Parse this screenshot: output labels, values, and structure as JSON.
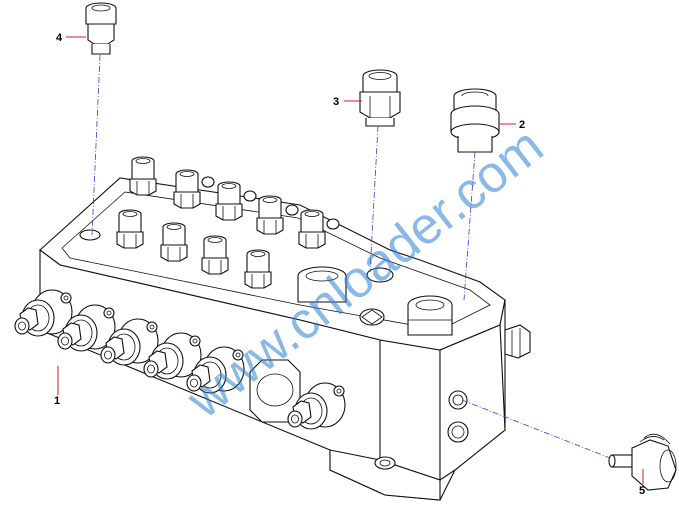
{
  "diagram": {
    "callouts": [
      {
        "id": "1",
        "text": "1"
      },
      {
        "id": "2",
        "text": "2"
      },
      {
        "id": "3",
        "text": "3"
      },
      {
        "id": "4",
        "text": "4"
      },
      {
        "id": "5",
        "text": "5"
      }
    ],
    "watermark": "www.cnloader.com",
    "colors": {
      "line": "#111111",
      "leader": "#d21c1c",
      "axis": "#3b3bd1",
      "watermark": "#2a7fd4"
    }
  }
}
